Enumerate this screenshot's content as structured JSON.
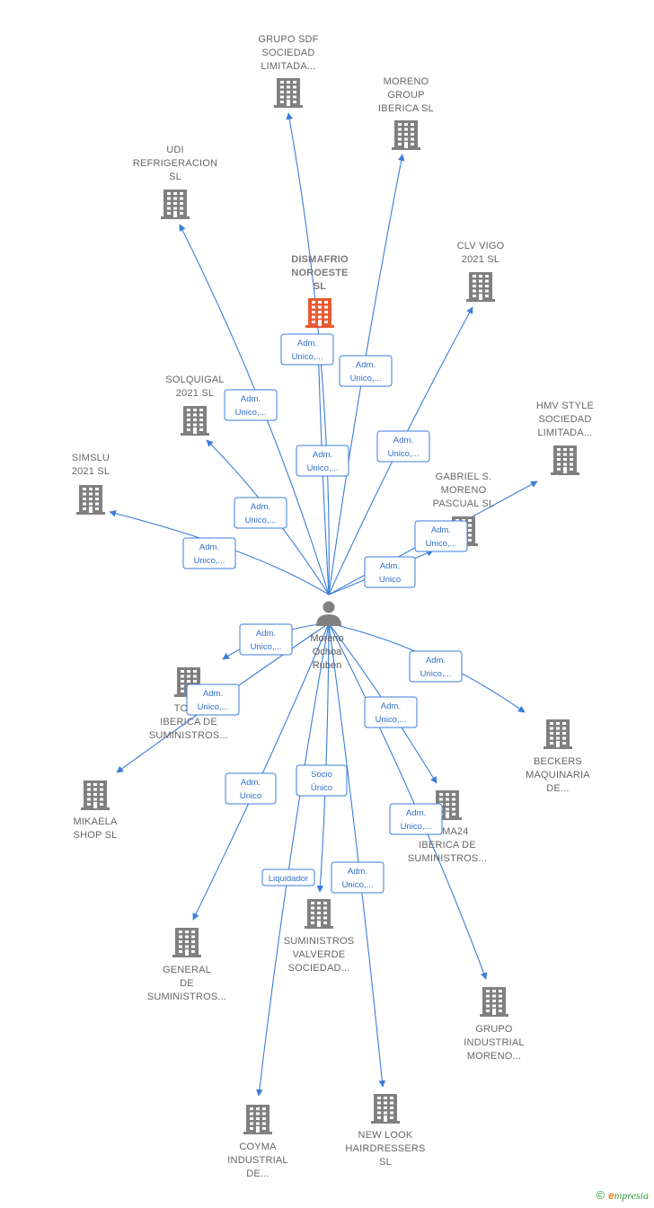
{
  "colors": {
    "edge": "#3b7dd8",
    "building": "#808080",
    "highlight": "#e85a30",
    "person": "#808080"
  },
  "center": {
    "name": [
      "Moreno",
      "Ochoa",
      "Ruben"
    ],
    "icon": "person-icon"
  },
  "companies": [
    {
      "id": "grupo-sdf",
      "lines": [
        "GRUPO SDF",
        "SOCIEDAD",
        "LIMITADA..."
      ],
      "highlight": false
    },
    {
      "id": "moreno-group",
      "lines": [
        "MORENO",
        "GROUP",
        "IBERICA  SL"
      ],
      "highlight": false
    },
    {
      "id": "udi",
      "lines": [
        "UDI",
        "REFRIGERACION",
        "SL"
      ],
      "highlight": false
    },
    {
      "id": "dismafrio",
      "lines": [
        "DISMAFRIO",
        "NOROESTE",
        "SL"
      ],
      "highlight": true
    },
    {
      "id": "clv-vigo",
      "lines": [
        "CLV VIGO",
        "2021  SL"
      ],
      "highlight": false
    },
    {
      "id": "solquigal",
      "lines": [
        "SOLQUIGAL",
        "2021  SL"
      ],
      "highlight": false
    },
    {
      "id": "hmv-style",
      "lines": [
        "HMV STYLE",
        "SOCIEDAD",
        "LIMITADA..."
      ],
      "highlight": false
    },
    {
      "id": "simslu",
      "lines": [
        "SIMSLU",
        "2021  SL"
      ],
      "highlight": false
    },
    {
      "id": "gabriel",
      "lines": [
        "GABRIEL S.",
        "MORENO",
        "PASCUAL  SL"
      ],
      "highlight": false
    },
    {
      "id": "todo-iberica",
      "lines": [
        "TODO",
        "IBERICA DE",
        "SUMINISTROS..."
      ],
      "highlight": false
    },
    {
      "id": "beckers",
      "lines": [
        "BECKERS",
        "MAQUINARIA",
        "DE..."
      ],
      "highlight": false
    },
    {
      "id": "mikaela",
      "lines": [
        "MIKAELA",
        "SHOP  SL"
      ],
      "highlight": false
    },
    {
      "id": "clima24",
      "lines": [
        "CLIMA24",
        "IBERICA DE",
        "SUMINISTROS..."
      ],
      "highlight": false
    },
    {
      "id": "general",
      "lines": [
        "GENERAL",
        "DE",
        "SUMINISTROS..."
      ],
      "highlight": false
    },
    {
      "id": "valverde",
      "lines": [
        "SUMINISTROS",
        "VALVERDE",
        "SOCIEDAD..."
      ],
      "highlight": false
    },
    {
      "id": "grupo-industrial",
      "lines": [
        "GRUPO",
        "INDUSTRIAL",
        "MORENO..."
      ],
      "highlight": false
    },
    {
      "id": "coyma",
      "lines": [
        "COYMA",
        "INDUSTRIAL",
        "DE..."
      ],
      "highlight": false
    },
    {
      "id": "new-look",
      "lines": [
        "NEW LOOK",
        "HAIRDRESSERS",
        "SL"
      ],
      "highlight": false
    }
  ],
  "relations": [
    {
      "to": "grupo-sdf",
      "label": [
        "Adm.",
        "Unico,..."
      ]
    },
    {
      "to": "moreno-group",
      "label": [
        "Adm.",
        "Unico,..."
      ]
    },
    {
      "to": "udi",
      "label": [
        "Adm.",
        "Unico,..."
      ]
    },
    {
      "to": "dismafrio",
      "label": [
        "Adm.",
        "Unico,..."
      ]
    },
    {
      "to": "clv-vigo",
      "label": [
        "Adm.",
        "Unico,..."
      ]
    },
    {
      "to": "solquigal",
      "label": [
        "Adm.",
        "Unico,..."
      ]
    },
    {
      "to": "hmv-style",
      "label": [
        "Adm.",
        "Unico,..."
      ]
    },
    {
      "to": "simslu",
      "label": [
        "Adm.",
        "Unico,..."
      ]
    },
    {
      "to": "gabriel",
      "label": [
        "Adm.",
        "Unico"
      ]
    },
    {
      "to": "todo-iberica",
      "label": [
        "Adm.",
        "Unico,..."
      ]
    },
    {
      "to": "mikaela",
      "label": [
        "Adm.",
        "Unico,..."
      ]
    },
    {
      "to": "beckers",
      "label": [
        "Adm.",
        "Unico,..."
      ]
    },
    {
      "to": "clima24",
      "label": [
        "Adm.",
        "Unico,..."
      ]
    },
    {
      "to": "grupo-industrial",
      "label": [
        "Adm.",
        "Unico,..."
      ]
    },
    {
      "to": "general",
      "label": [
        "Adm.",
        "Unico"
      ]
    },
    {
      "to": "valverde",
      "label": [
        "Socio",
        "Único"
      ]
    },
    {
      "to": "coyma",
      "label": [
        "Liquidador"
      ]
    },
    {
      "to": "new-look",
      "label": [
        "Adm.",
        "Unico,..."
      ]
    }
  ],
  "brand": {
    "copyright": "©",
    "initial": "e",
    "rest": "mpresia"
  }
}
